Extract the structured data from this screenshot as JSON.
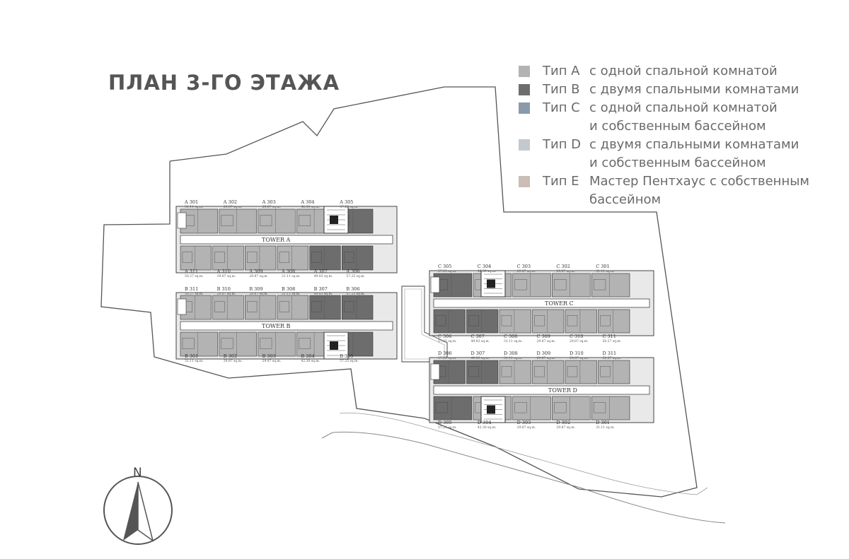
{
  "title": "ПЛАН 3-ГО ЭТАЖА",
  "legend": [
    {
      "type": "Тип A",
      "desc": "с одной спальной комнатой",
      "color": "#b3b3b3"
    },
    {
      "type": "Тип B",
      "desc": "с двумя спальными комнатами",
      "color": "#6d6d6d"
    },
    {
      "type": "Тип C",
      "desc": "с одной спальной комнатой\nи собственным бассейном",
      "color": "#8a9aa8"
    },
    {
      "type": "Тип D",
      "desc": "с двумя спальными комнатами\nи собственным бассейном",
      "color": "#c4c9ce"
    },
    {
      "type": "Тип E",
      "desc": "Мастер Пентхаус с собственным\nбассейном",
      "color": "#c9bdb5"
    }
  ],
  "compass": {
    "label": "N"
  },
  "towers": [
    {
      "name": "TOWER A",
      "top_units": [
        {
          "label": "A 301",
          "area": "31.11 sq.m.",
          "type": "A"
        },
        {
          "label": "A 302",
          "area": "29.87 sq.m.",
          "type": "A"
        },
        {
          "label": "A 303",
          "area": "29.87 sq.m.",
          "type": "A"
        },
        {
          "label": "A 304",
          "area": "42.30 sq.m.",
          "type": "A"
        },
        {
          "label": "A 305",
          "area": "57.25 sq.m.",
          "type": "B"
        }
      ],
      "bottom_units": [
        {
          "label": "A 311",
          "area": "50.27 sq.m.",
          "type": "A"
        },
        {
          "label": "A 310",
          "area": "29.87 sq.m.",
          "type": "A"
        },
        {
          "label": "A 309",
          "area": "29.87 sq.m.",
          "type": "A"
        },
        {
          "label": "A 308",
          "area": "31.11 sq.m.",
          "type": "A"
        },
        {
          "label": "A 307",
          "area": "49.83 sq.m.",
          "type": "B"
        },
        {
          "label": "A 306",
          "area": "57.25 sq.m.",
          "type": "B"
        }
      ]
    },
    {
      "name": "TOWER B",
      "top_units": [
        {
          "label": "B 311",
          "area": "50.27 sq.m.",
          "type": "A"
        },
        {
          "label": "B 310",
          "area": "29.87 sq.m.",
          "type": "A"
        },
        {
          "label": "B 309",
          "area": "29.87 sq.m.",
          "type": "A"
        },
        {
          "label": "B 308",
          "area": "31.11 sq.m.",
          "type": "A"
        },
        {
          "label": "B 307",
          "area": "49.83 sq.m.",
          "type": "B"
        },
        {
          "label": "B 306",
          "area": "57.25 sq.m.",
          "type": "B"
        }
      ],
      "bottom_units": [
        {
          "label": "B 301",
          "area": "31.11 sq.m.",
          "type": "A"
        },
        {
          "label": "B 302",
          "area": "29.87 sq.m.",
          "type": "A"
        },
        {
          "label": "B 303",
          "area": "29.87 sq.m.",
          "type": "A"
        },
        {
          "label": "B 304",
          "area": "42.30 sq.m.",
          "type": "A"
        },
        {
          "label": "B 305",
          "area": "57.25 sq.m.",
          "type": "B"
        }
      ]
    },
    {
      "name": "TOWER C",
      "top_units": [
        {
          "label": "C 305",
          "area": "57.25 sq.m.",
          "type": "B"
        },
        {
          "label": "C 304",
          "area": "42.30 sq.m.",
          "type": "A"
        },
        {
          "label": "C 303",
          "area": "29.87 sq.m.",
          "type": "A"
        },
        {
          "label": "C 302",
          "area": "29.87 sq.m.",
          "type": "A"
        },
        {
          "label": "C 301",
          "area": "31.11 sq.m.",
          "type": "A"
        }
      ],
      "bottom_units": [
        {
          "label": "C 306",
          "area": "57.25 sq.m.",
          "type": "B"
        },
        {
          "label": "C 307",
          "area": "49.83 sq.m.",
          "type": "B"
        },
        {
          "label": "C 308",
          "area": "31.11 sq.m.",
          "type": "A"
        },
        {
          "label": "C 309",
          "area": "29.87 sq.m.",
          "type": "A"
        },
        {
          "label": "C 310",
          "area": "29.87 sq.m.",
          "type": "A"
        },
        {
          "label": "C 311",
          "area": "50.27 sq.m.",
          "type": "A"
        }
      ]
    },
    {
      "name": "TOWER D",
      "top_units": [
        {
          "label": "D 306",
          "area": "57.25 sq.m.",
          "type": "B"
        },
        {
          "label": "D 307",
          "area": "49.83 sq.m.",
          "type": "B"
        },
        {
          "label": "D 308",
          "area": "31.11 sq.m.",
          "type": "A"
        },
        {
          "label": "D 309",
          "area": "29.87 sq.m.",
          "type": "A"
        },
        {
          "label": "D 310",
          "area": "29.87 sq.m.",
          "type": "A"
        },
        {
          "label": "D 311",
          "area": "50.27 sq.m.",
          "type": "A"
        }
      ],
      "bottom_units": [
        {
          "label": "D 305",
          "area": "57.25 sq.m.",
          "type": "B"
        },
        {
          "label": "D 304",
          "area": "42.30 sq.m.",
          "type": "A"
        },
        {
          "label": "D 303",
          "area": "29.87 sq.m.",
          "type": "A"
        },
        {
          "label": "D 302",
          "area": "29.87 sq.m.",
          "type": "A"
        },
        {
          "label": "D 301",
          "area": "31.11 sq.m.",
          "type": "A"
        }
      ]
    }
  ]
}
